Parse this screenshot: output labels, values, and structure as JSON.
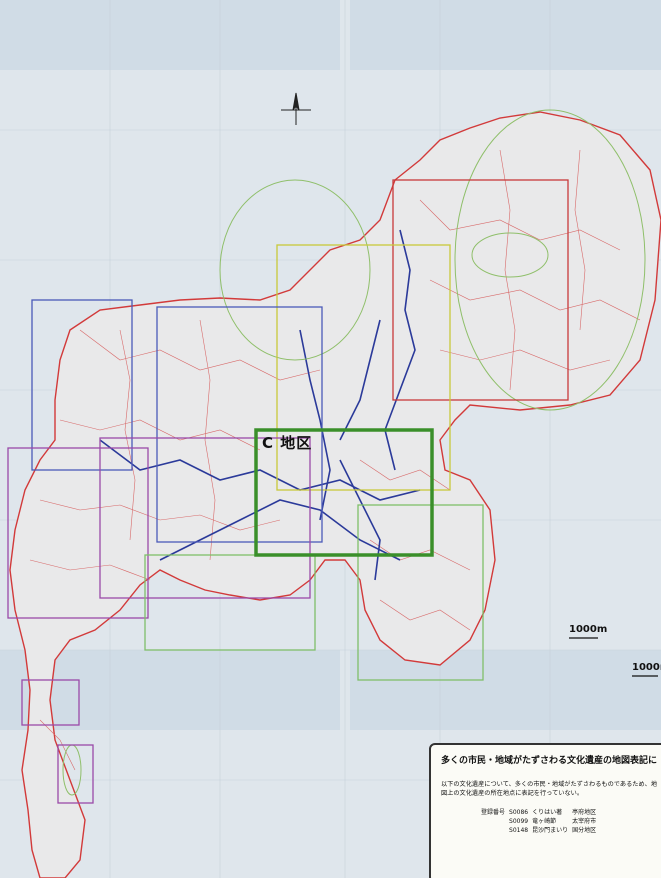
{
  "map": {
    "area_label": "C 地区",
    "scale_labels": [
      "1000m",
      "1000m"
    ],
    "colors": {
      "background": "#dfe6ec",
      "boundary": "#d23a3a",
      "road": "#2b3a9a",
      "frame_green": "#3a8f2a",
      "frame_blue": "#4a5ab8",
      "frame_purple": "#9a4aa8",
      "frame_yellow": "#c9c93a",
      "frame_red": "#c83a3a",
      "circle": "#8fbf6a"
    },
    "icons": [
      "north-arrow-icon"
    ]
  },
  "legend": {
    "title": "多くの市民・地域がたずさわる文化遺産の地図表記について",
    "description": "以下の文化遺産について、多くの市民・地域がたずさわるものであるため、地図上の文化遺産の所在地点に表記を行っていない。",
    "header_label": "登録番号",
    "entries": [
      {
        "number": "S0086",
        "name": "くりはい著",
        "location": "亭府地区"
      },
      {
        "number": "S0099",
        "name": "竜ヶ崎節",
        "location": "太宰府市"
      },
      {
        "number": "S0148",
        "name": "昆沙門まいり",
        "location": "国分地区"
      }
    ]
  }
}
